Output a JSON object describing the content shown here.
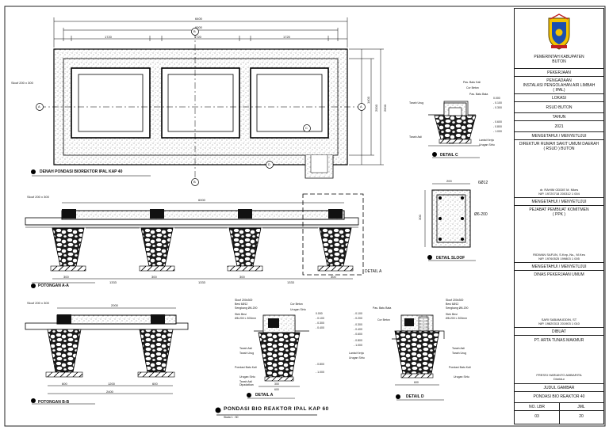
{
  "plan": {
    "title": "DENAH PONDASI BIOREKTOR IPAL KAP 40",
    "sloof_label": "Sloof 200 x 300",
    "dims_top": [
      "6400",
      "6000",
      "1720",
      "1720",
      "1720",
      "200",
      "200",
      "200",
      "200"
    ],
    "dims_side": [
      "1400",
      "2000",
      "2600",
      "200",
      "200"
    ],
    "markers": [
      "A",
      "A",
      "B",
      "B",
      "C",
      "D"
    ]
  },
  "section_aa": {
    "title": "POTONGAN A-A",
    "sloof_label": "Sloof 200 x 300",
    "dim_total": "6000",
    "dims_bottom": [
      "300",
      "1333",
      "300",
      "1333",
      "300",
      "1333",
      "300"
    ],
    "detail_label": "DETAIL A"
  },
  "section_bb": {
    "title": "POTONGAN B-B",
    "sloof_label": "Sloof 200 x 300",
    "dim_top": "2000",
    "dims_bottom": [
      "600",
      "1200",
      "600"
    ],
    "dim_total": "2400"
  },
  "detail_c": {
    "title": "DETAIL C",
    "labels": [
      "Pas. Batu Kali",
      "Cor Beton",
      "Pas. Batu Bata",
      "Tanah Urug",
      "Tanah Asli",
      "Lantai Kerja",
      "Urugan Sirtu"
    ],
    "levels": [
      "0.000",
      "- 0.100",
      "- 0.300",
      "- 0.600",
      "- 0.800",
      "- 1.000"
    ],
    "dim": "600"
  },
  "detail_sloof": {
    "title": "DETAIL SLOOF",
    "rebar_top": "6Ø12",
    "stirrup": "Ø6-200",
    "width": "200",
    "height": "300"
  },
  "detail_a": {
    "title": "DETAIL A",
    "labels": [
      "Sloof 200x300",
      "Besi 6Ø12",
      "Sengkang Ø6-200",
      "Cor Beton",
      "Urugan Sirtu",
      "Stek Besi",
      "Ø8-200 L 300mm",
      "Tanah Asli",
      "Tanah Urug",
      "Pondasi Batu Kali",
      "Urugan Sirtu",
      "Tanah Asli Dipadatkan"
    ],
    "levels": [
      "0.000",
      "- 0.100",
      "- 0.300",
      "- 0.400",
      "- 0.800",
      "- 1.000"
    ],
    "dims": [
      "300",
      "600"
    ]
  },
  "detail_d": {
    "title": "DETAIL D",
    "labels": [
      "Pas. Batu Bata",
      "Cor Beton",
      "Sloof 200x300",
      "Besi 6Ø12",
      "Sengkang Ø6-200",
      "Stek Besi",
      "Ø8-200 L 300mm",
      "Lantai Kerja",
      "Urugan Sirtu",
      "Tanah Asli",
      "Tanah Urug",
      "Pondasi Batu Kali",
      "Urugan Sirtu"
    ],
    "levels": [
      "- 0.100",
      "- 0.200",
      "- 0.300",
      "- 0.400",
      "- 0.600",
      "- 0.800",
      "- 1.000"
    ],
    "dim": "600"
  },
  "main_title": "PONDASI BIO REAKTOR IPAL KAP 60",
  "main_scale": "Skala  1 : 50",
  "title_block": {
    "owner": "PEMERINTAH KABUPATEN\nBUTON",
    "pekerjaan_header": "PEKERJAAN",
    "pekerjaan": "PENGADAAN\nINSTALASI PENGOLAHAN AIR LIMBAH\n( IPAL)",
    "lokasi_header": "LOKASI",
    "lokasi": "RSUD BUTON",
    "tahun_header": "TAHUN",
    "tahun": "2021",
    "approve1_header": "MENGETAHUI / MENYETUJUI",
    "approve1_org": "DIREKTUR RUMAH SAKIT UMUM DAERAH\n( RSUD ) BUTON",
    "approve1_name": "dr. RAHIM ODDIE M. Mkes",
    "approve1_nip": "NIP. 19720718 200312 1 004",
    "approve2_header": "MENGETAHUI / MENYETUJUI",
    "approve2_org": "PEJABAT PEMBUAT KOMITMEN\n( PPK )",
    "approve2_name": "RIDWAN SAFUN, S.Kep.,Ns., M.Kes",
    "approve2_nip": "NIP. 19760525 199803 1 005",
    "approve3_header": "MENGETAHUI / MENYETUJUI",
    "approve3_org": "DINAS PEKERJAAN UMUM",
    "approve3_name": "SARI SABAMUDDIN, ST",
    "approve3_nip": "NIP. 19820313 201903 1 010",
    "dibuat_header": "DIBUAT",
    "dibuat_org": "PT. ARTA TUNAS MAKMUR",
    "dibuat_name": "FRESSI HARIANTO AMBARITA",
    "dibuat_role": "Direktur",
    "judul_header": "JUDUL GAMBAR",
    "judul": "PONDASI BIO REAKTOR 40",
    "no_lbr_label": "NO. LBR",
    "jml_label": "JML",
    "no_lbr": "03",
    "jml": "20"
  }
}
